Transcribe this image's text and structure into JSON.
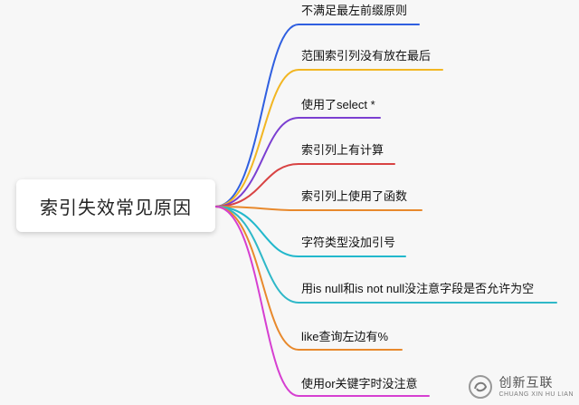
{
  "root": {
    "label": "索引失效常见原因"
  },
  "branches": [
    {
      "label": "不满足最左前缀原则",
      "color": "#2f5fe0"
    },
    {
      "label": "范围索引列没有放在最后",
      "color": "#f2b622"
    },
    {
      "label": "使用了select *",
      "color": "#7b3fd1"
    },
    {
      "label": "索引列上有计算",
      "color": "#d84343"
    },
    {
      "label": "索引列上使用了函数",
      "color": "#e8892c"
    },
    {
      "label": "字符类型没加引号",
      "color": "#22b8cc"
    },
    {
      "label": "用is null和is not null没注意字段是否允许为空",
      "color": "#2fb8c8"
    },
    {
      "label": "like查询左边有%",
      "color": "#e8892c"
    },
    {
      "label": "使用or关键字时没注意",
      "color": "#d63fd1"
    }
  ],
  "watermark": {
    "text": "创新互联",
    "sub": "CHUANG XIN HU LIAN"
  }
}
